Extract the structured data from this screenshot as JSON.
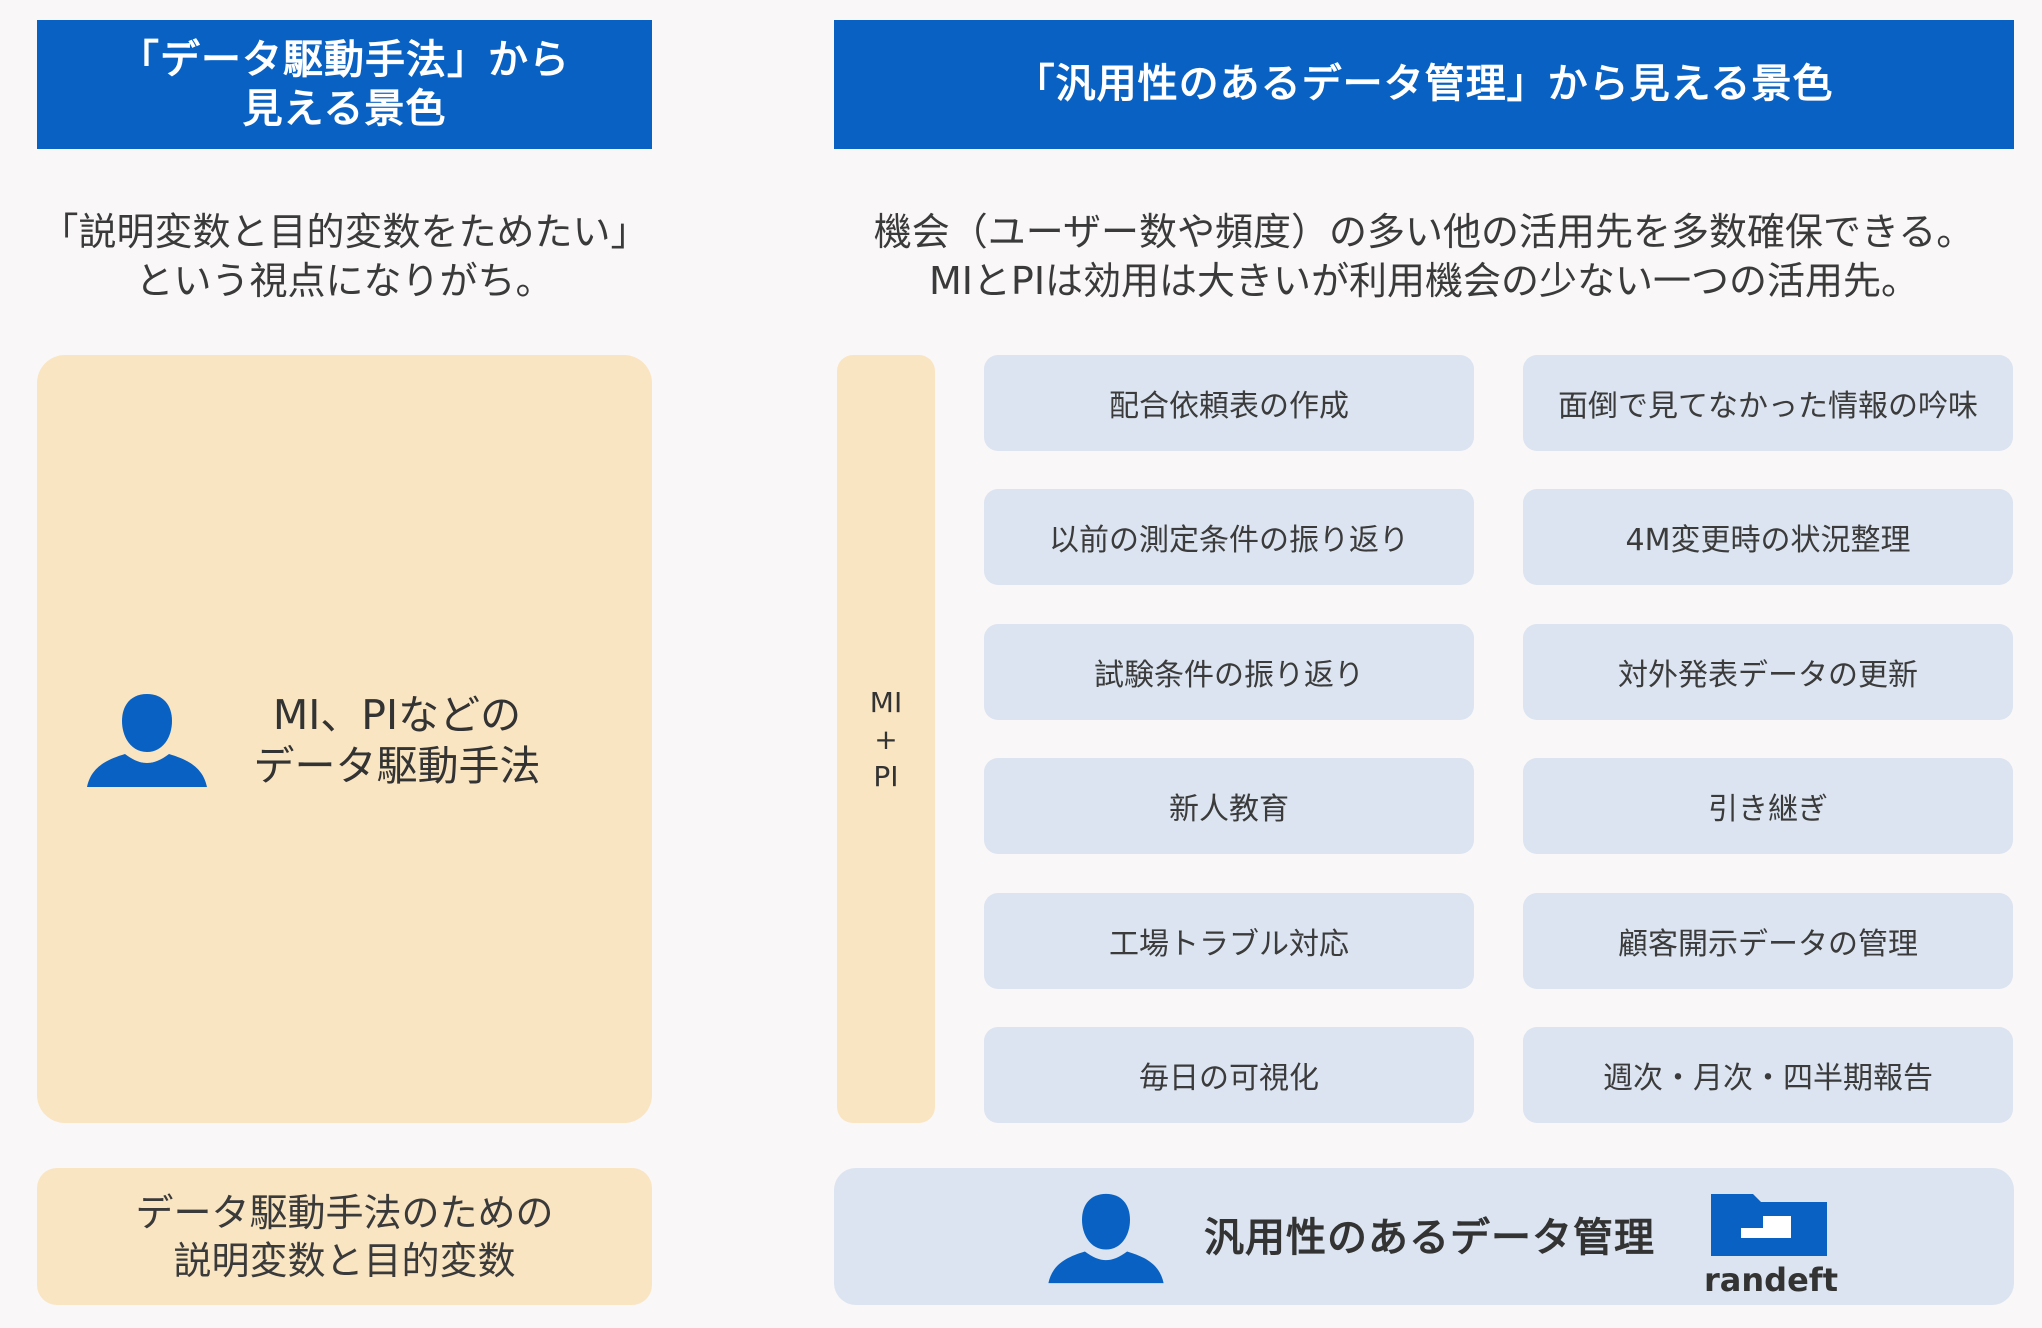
{
  "left": {
    "header": "「データ駆動手法」から\n見える景色",
    "intro": "「説明変数と目的変数をためたい」\nという視点になりがち。",
    "main_label": "MI、PIなどの\nデータ駆動手法",
    "bottom_label": "データ駆動手法のための\n説明変数と目的変数"
  },
  "right": {
    "header": "「汎用性のあるデータ管理」から見える景色",
    "intro": "機会（ユーザー数や頻度）の多い他の活用先を多数確保できる。\nMIとPIは効用は大きいが利用機会の少ない一つの活用先。",
    "strip_label": "MI\n+\nPI",
    "cards_col1": [
      "配合依頼表の作成",
      "以前の測定条件の振り返り",
      "試験条件の振り返り",
      "新人教育",
      "工場トラブル対応",
      "毎日の可視化"
    ],
    "cards_col2": [
      "面倒で見てなかった情報の吟味",
      "4M変更時の状況整理",
      "対外発表データの更新",
      "引き継ぎ",
      "顧客開示データの管理",
      "週次・月次・四半期報告"
    ],
    "bottom_label": "汎用性のあるデータ管理",
    "logo_text": "randeft"
  },
  "colors": {
    "header_blue": "#0962c3",
    "peach": "#fae5c2",
    "card_blue": "#dbe4f0",
    "person_icon": "#0962c3",
    "logo_blue": "#0962c3"
  },
  "icons": [
    "person-icon",
    "randeft-logo-icon"
  ]
}
